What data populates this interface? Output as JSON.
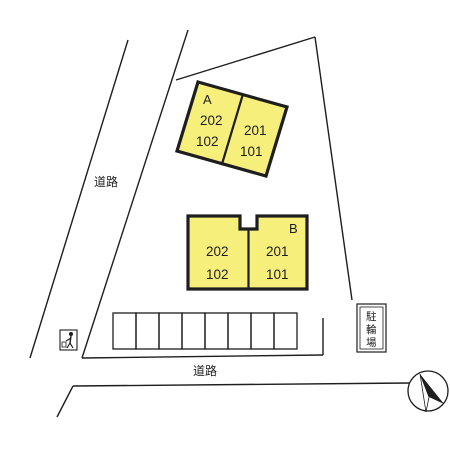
{
  "roads": {
    "left_label": "道路",
    "bottom_label": "道路"
  },
  "building_a": {
    "name": "A",
    "left_top": "202",
    "left_bottom": "102",
    "right_top": "201",
    "right_bottom": "101"
  },
  "building_b": {
    "name": "B",
    "left_top": "202",
    "left_bottom": "102",
    "right_top": "201",
    "right_bottom": "101"
  },
  "bicycle_parking": {
    "line1": "駐",
    "line2": "輪",
    "line3": "場"
  },
  "parking": {
    "slot_count": 8
  },
  "icons": {
    "trash": "garbage-collection-icon",
    "north": "north-arrow-icon"
  },
  "colors": {
    "building_fill": "#f7ef7c",
    "outline": "#1e1e1e"
  }
}
